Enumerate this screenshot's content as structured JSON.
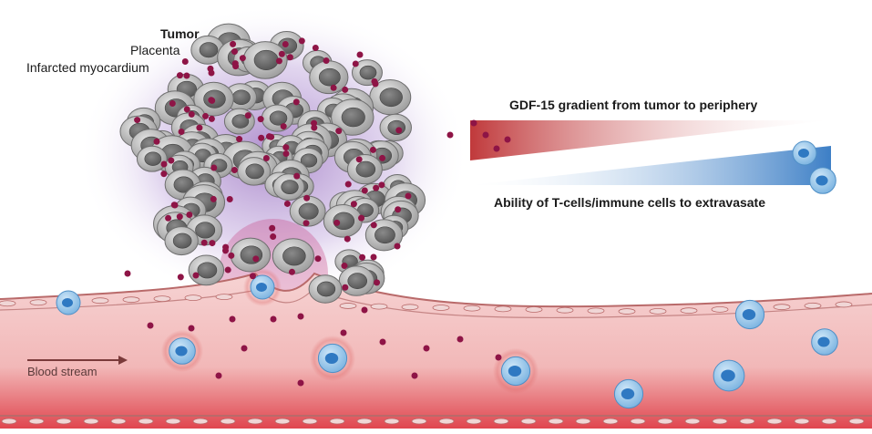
{
  "labels": {
    "tumor": "Tumor",
    "placenta": "Placenta",
    "infarcted_myocardium": "Infarcted myocardium",
    "gdf15_gradient": "GDF-15 gradient from tumor to periphery",
    "tcell_ability": "Ability of T-cells/immune cells to extravasate",
    "blood_stream": "Blood stream"
  },
  "colors": {
    "gdf15_red": "#c0393b",
    "tcell_blue": "#3d7fc6",
    "vessel_pink": "#f3c9c9",
    "vessel_wall": "#b96a6a",
    "gdf15_dot": "#8e1446",
    "tumor_cell": "#bdbdbd",
    "tumor_glow": "#7a3fa8",
    "immune_cell": "#8fc3ea"
  }
}
